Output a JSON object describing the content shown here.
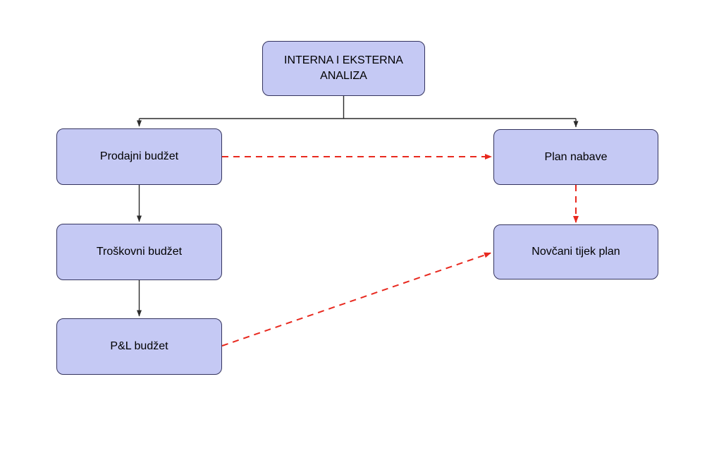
{
  "diagram": {
    "background_color": "#ffffff",
    "colors": {
      "node_fill": "#c5c9f4",
      "node_border": "#34345f",
      "node_text": "#000000",
      "solid_connector": "#2b2b2b",
      "dashed_connector": "#e8291f"
    },
    "nodes": {
      "analysis": {
        "label": "INTERNA I EKSTERNA ANALIZA"
      },
      "prodajni": {
        "label": "Prodajni budžet"
      },
      "troskovni": {
        "label": "Troškovni budžet"
      },
      "pl": {
        "label": "P&L budžet"
      },
      "plan_nabave": {
        "label": "Plan nabave"
      },
      "novcani": {
        "label": "Novčani tijek plan"
      }
    },
    "edges": [
      {
        "from": "INTERNA I EKSTERNA ANALIZA",
        "to": "Prodajni budžet",
        "style": "solid-black-arrow"
      },
      {
        "from": "INTERNA I EKSTERNA ANALIZA",
        "to": "Plan nabave",
        "style": "solid-black-arrow"
      },
      {
        "from": "Prodajni budžet",
        "to": "Troškovni budžet",
        "style": "solid-black-arrow"
      },
      {
        "from": "Troškovni budžet",
        "to": "P&L budžet",
        "style": "solid-black-arrow"
      },
      {
        "from": "Prodajni budžet",
        "to": "Plan nabave",
        "style": "dashed-red-arrow"
      },
      {
        "from": "Plan nabave",
        "to": "Novčani tijek plan",
        "style": "dashed-red-arrow"
      },
      {
        "from": "P&L budžet",
        "to": "Novčani tijek plan",
        "style": "dashed-red-arrow"
      }
    ]
  }
}
